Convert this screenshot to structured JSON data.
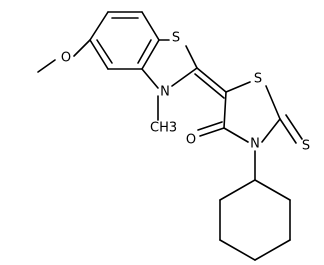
{
  "structure": {
    "atoms": {
      "s_benzothiazole": "S",
      "n_benzothiazole": "N",
      "methyl_on_n": "CH3",
      "s_thiazolidine": "S",
      "n_thiazolidine": "N",
      "o_carbonyl": "O",
      "s_thione": "S",
      "o_methoxy": "O"
    }
  }
}
